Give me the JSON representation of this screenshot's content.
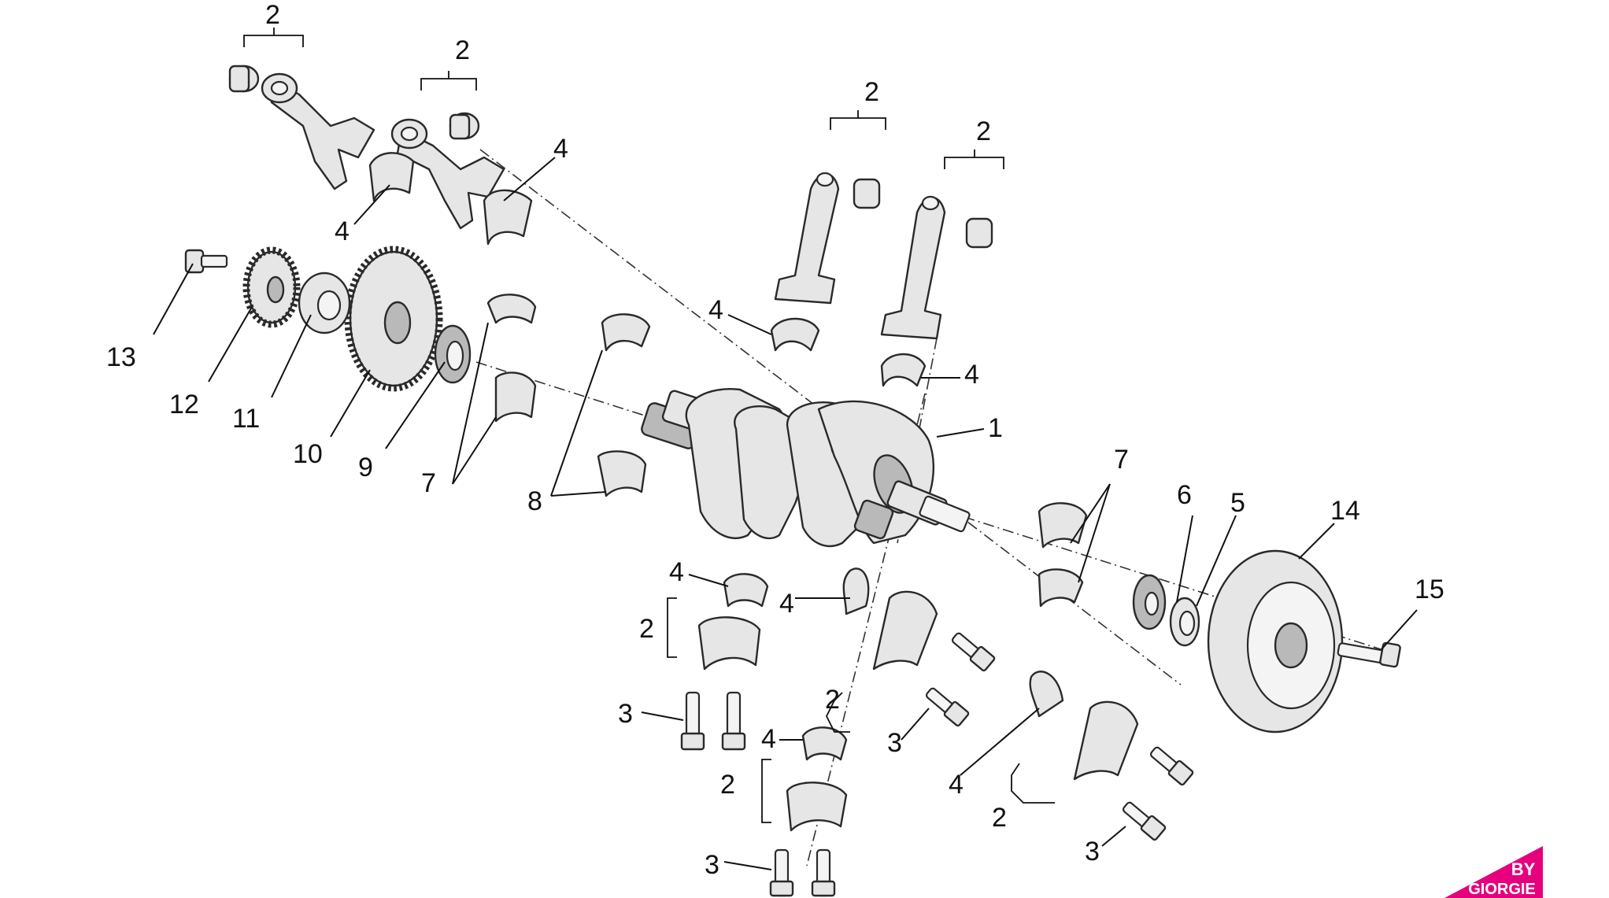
{
  "diagram": {
    "callouts": {
      "crankshaft": "1",
      "connecting_rod": "2",
      "rod_bolt": "3",
      "rod_bearing": "4",
      "ring": "5",
      "bearing_ring": "6",
      "main_bearing_a": "7",
      "main_bearing_b": "8",
      "needle_bearing": "9",
      "gear_wheel": "10",
      "washer": "11",
      "sprocket": "12",
      "screw": "13",
      "flywheel": "14",
      "flywheel_bolt": "15"
    },
    "logo": {
      "line1": "BY",
      "line2": "GIORGIE",
      "color": "#e6007e"
    },
    "colors": {
      "part_fill": "#e6e6e6",
      "part_outline": "#2a2a2a",
      "background": "#ffffff"
    }
  }
}
